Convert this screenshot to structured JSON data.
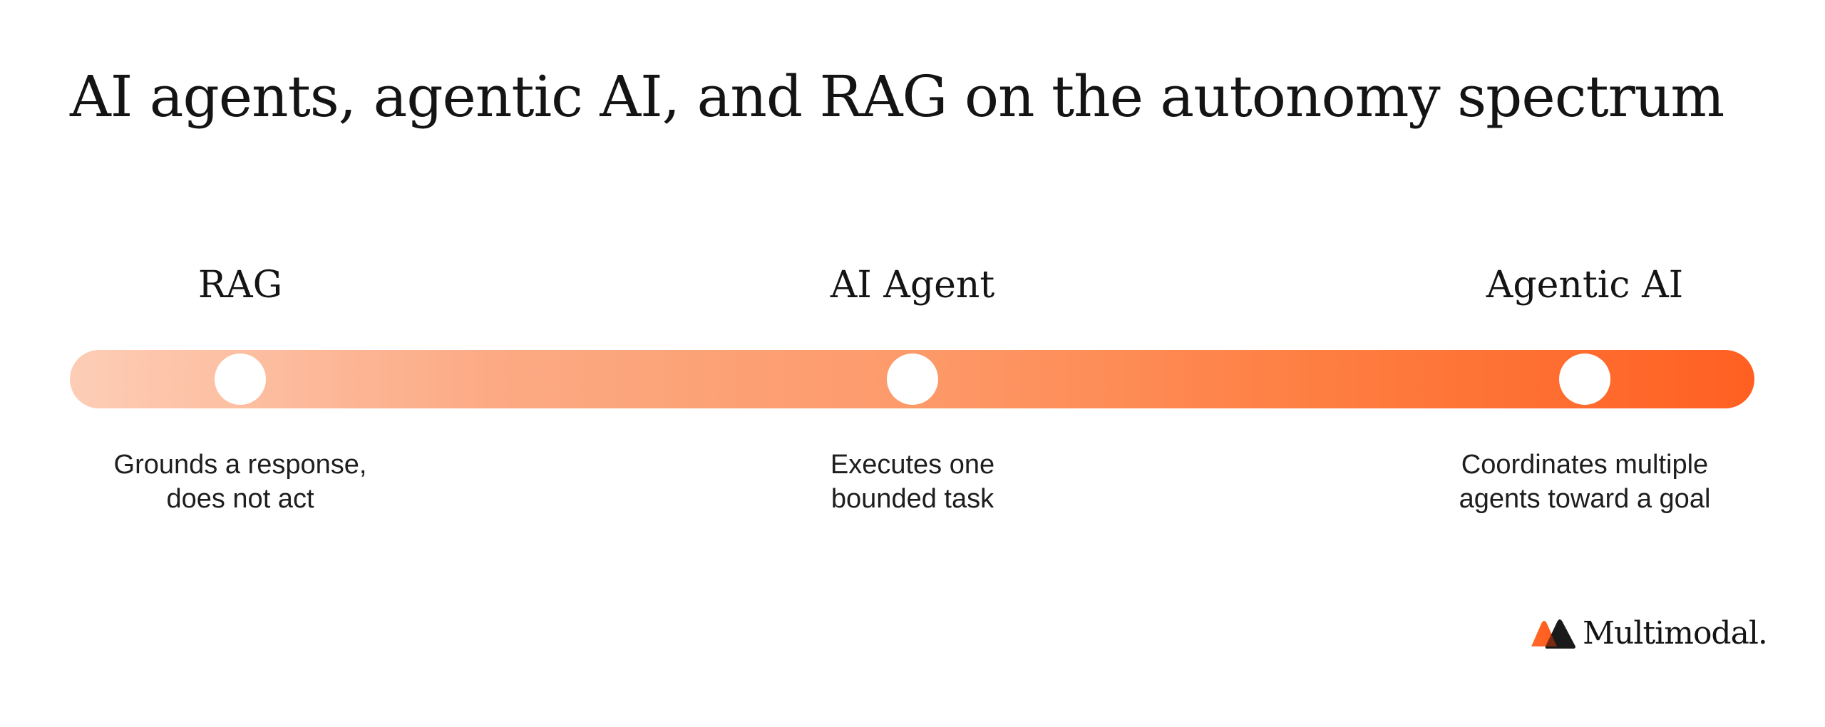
{
  "title": "AI agents, agentic AI, and RAG on the autonomy spectrum",
  "spectrum": {
    "stops": [
      {
        "label": "RAG",
        "description_line1": "Grounds a response,",
        "description_line2": "does not act"
      },
      {
        "label": "AI Agent",
        "description_line1": "Executes one",
        "description_line2": "bounded task"
      },
      {
        "label": "Agentic AI",
        "description_line1": "Coordinates multiple",
        "description_line2": "agents toward a goal"
      }
    ],
    "colors": {
      "gradient_start": "#fdcdb6",
      "gradient_end": "#ff6022",
      "dot": "#ffffff"
    }
  },
  "brand": {
    "name": "Multimodal.",
    "logo_icon": "multimodal-logo-icon"
  }
}
